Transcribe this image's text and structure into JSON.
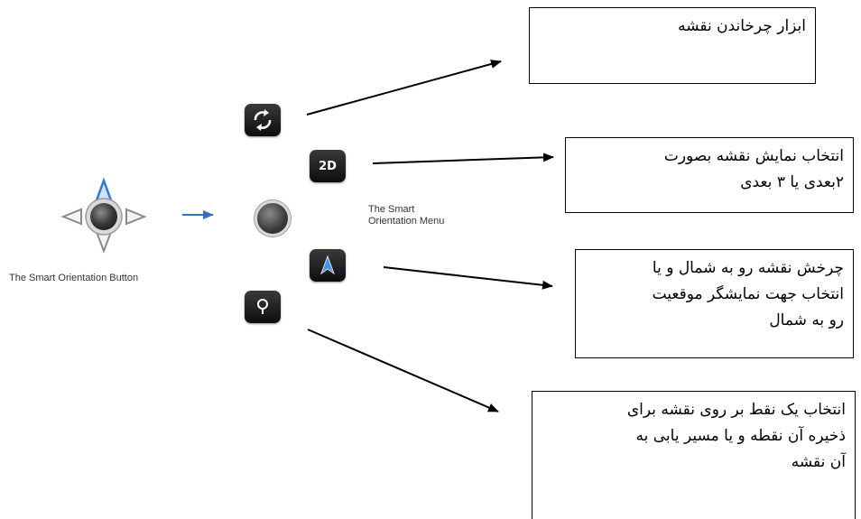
{
  "left_panel": {
    "button_caption": "The Smart Orientation Button",
    "transition_arrow_color": "#3a6fc4"
  },
  "menu": {
    "caption_line1": "The Smart",
    "caption_line2": "Orientation Menu",
    "icons": [
      {
        "name": "rotate-icon",
        "label": ""
      },
      {
        "name": "2d-icon",
        "label": "2D"
      },
      {
        "name": "center-button",
        "label": ""
      },
      {
        "name": "north-arrow-icon",
        "label": ""
      },
      {
        "name": "pin-icon",
        "label": ""
      }
    ]
  },
  "boxes": {
    "rotate": {
      "lines": [
        "ابزار چرخاندن نقشه"
      ]
    },
    "view_mode": {
      "lines": [
        "انتخاب نمایش نقشه بصورت",
        "۲بعدی یا ۳ بعدی"
      ]
    },
    "north": {
      "lines": [
        "چرخش نقشه رو به شمال و یا",
        "انتخاب جهت نمایشگر موقعیت",
        "رو به شمال"
      ]
    },
    "pin": {
      "lines": [
        "انتخاب یک نقط بر روی نقشه برای",
        "ذخیره آن نقطه و یا مسیر یابی به",
        "آن نقشه"
      ]
    }
  }
}
